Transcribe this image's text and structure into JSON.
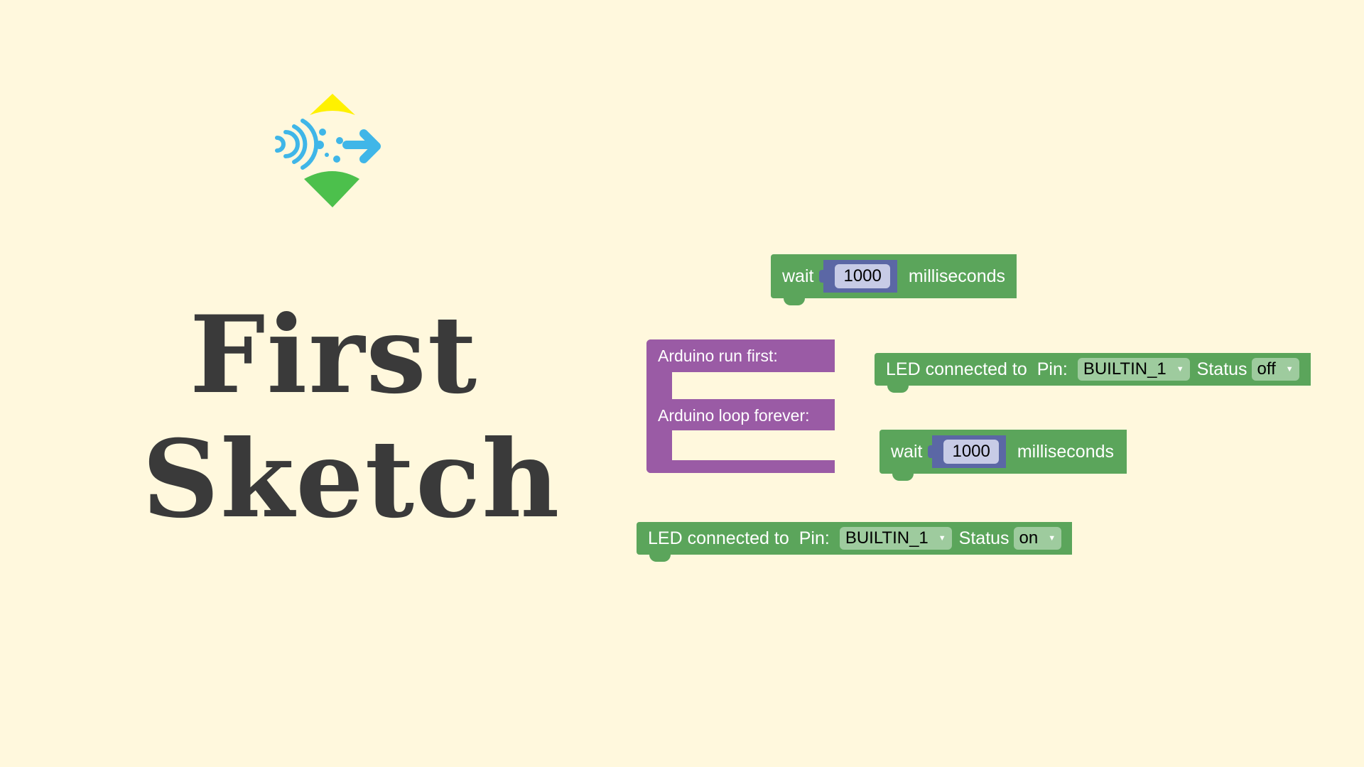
{
  "title": {
    "line1": "First",
    "line2": "Sketch"
  },
  "logo": {
    "icon": "signal-arrow-logo-icon",
    "colors": {
      "top": "#fff100",
      "bottom": "#4cc04c",
      "waves": "#3fb6e8"
    }
  },
  "wait_block_1": {
    "label": "wait",
    "value": "1000",
    "unit": "milliseconds"
  },
  "wait_block_2": {
    "label": "wait",
    "value": "1000",
    "unit": "milliseconds"
  },
  "arduino_block": {
    "setup_label": "Arduino run first:",
    "loop_label": "Arduino loop forever:"
  },
  "led_block_off": {
    "label": "LED connected to",
    "pin_label": "Pin:",
    "pin_value": "BUILTIN_1",
    "status_label": "Status",
    "status_value": "off"
  },
  "led_block_on": {
    "label": "LED connected to",
    "pin_label": "Pin:",
    "pin_value": "BUILTIN_1",
    "status_label": "Status",
    "status_value": "on"
  },
  "colors": {
    "background": "#fff8dd",
    "control_block": "#5ba55b",
    "arduino_block": "#9a5ba5",
    "math_block": "#5b67a5",
    "title_text": "#3a3a3a"
  }
}
